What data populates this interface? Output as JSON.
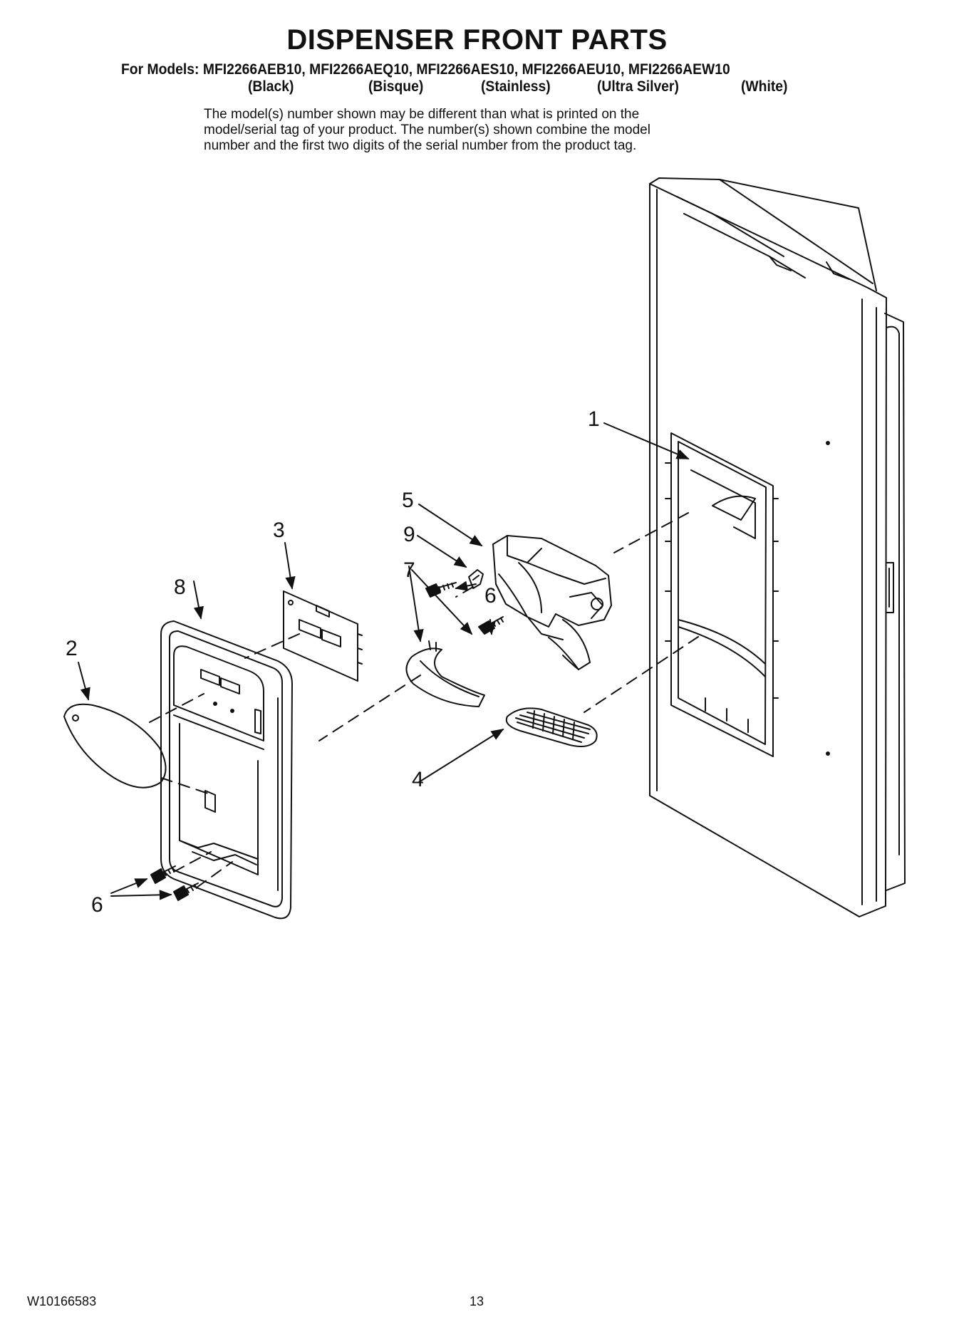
{
  "header": {
    "title": "DISPENSER FRONT PARTS",
    "models_line": "For Models: MFI2266AEB10, MFI2266AEQ10, MFI2266AES10, MFI2266AEU10, MFI2266AEW10",
    "colors": [
      "(Black)",
      "(Bisque)",
      "(Stainless)",
      "(Ultra Silver)",
      "(White)"
    ],
    "note_lines": [
      "The model(s) number shown may be different than what is printed on the",
      "model/serial tag of your product. The number(s) shown combine the model",
      "number and the first two digits of the serial number from the product tag."
    ]
  },
  "diagram": {
    "callouts": {
      "c1": "1",
      "c2": "2",
      "c3": "3",
      "c4": "4",
      "c5": "5",
      "c6a": "6",
      "c6b": "6",
      "c7": "7",
      "c8": "8",
      "c9": "9"
    }
  },
  "footer": {
    "doc_number": "W10166583",
    "page_number": "13"
  },
  "colors": {
    "ink": "#111111",
    "paper": "#ffffff"
  }
}
